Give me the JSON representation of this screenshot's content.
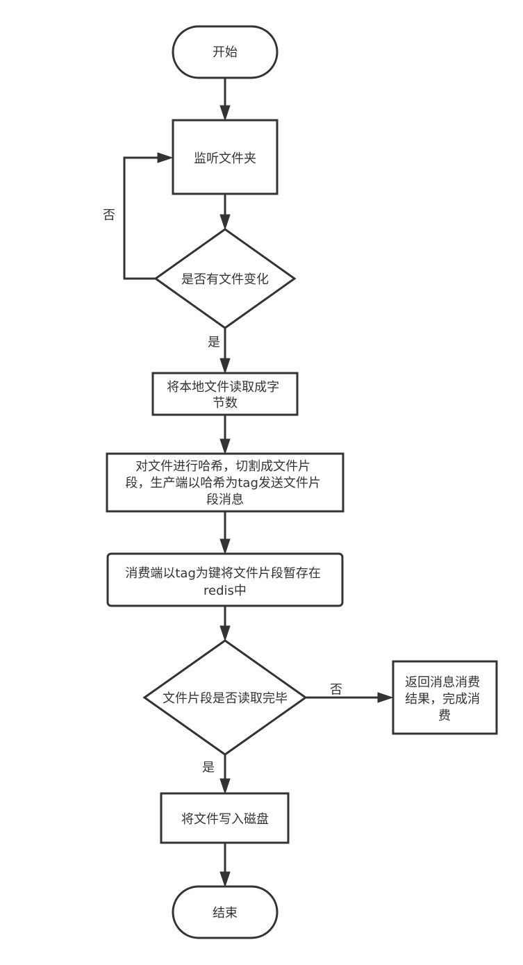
{
  "nodes": {
    "start": {
      "lines": [
        "开始"
      ]
    },
    "monitor_folder": {
      "lines": [
        "监听文件夹"
      ]
    },
    "has_change": {
      "lines": [
        "是否有文件变化"
      ]
    },
    "read_bytes": {
      "lines": [
        "将本地文件读取成字",
        "节数"
      ]
    },
    "hash_split": {
      "lines": [
        "对文件进行哈希，切割成文件片",
        "段，生产端以哈希为tag发送文件片",
        "段消息"
      ]
    },
    "consumer_store": {
      "lines": [
        "消费端以tag为键将文件片段暂存在",
        "redis中"
      ]
    },
    "read_complete": {
      "lines": [
        "文件片段是否读取完毕"
      ]
    },
    "return_result": {
      "lines": [
        "返回消息消费",
        "结果，完成消",
        "费"
      ]
    },
    "write_disk": {
      "lines": [
        "将文件写入磁盘"
      ]
    },
    "end": {
      "lines": [
        "结束"
      ]
    }
  },
  "edge_labels": {
    "no_change": "否",
    "yes_change": "是",
    "not_complete": "否",
    "complete": "是"
  }
}
